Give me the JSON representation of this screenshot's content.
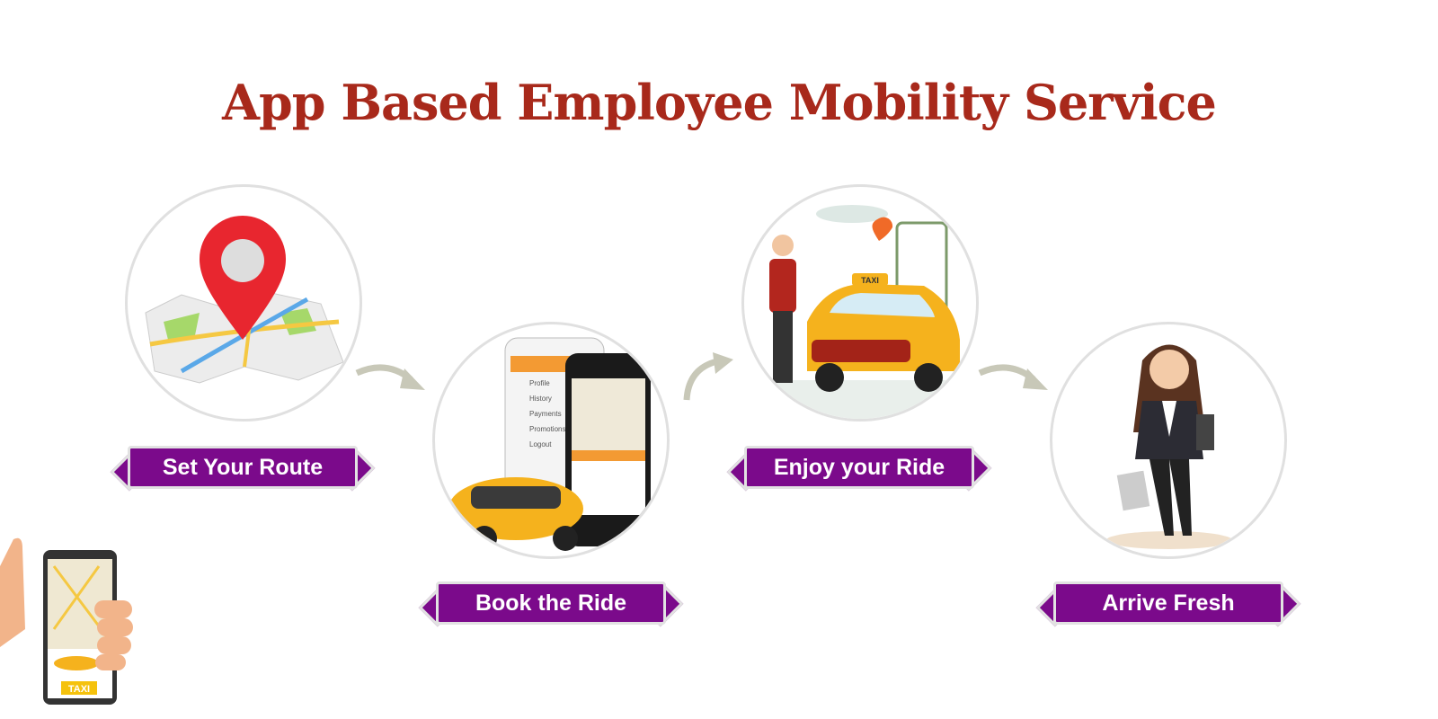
{
  "title": "App Based Employee Mobility Service",
  "colors": {
    "title": "#a8291b",
    "label_bg": "#7b0a8b",
    "arrow": "#c8c8b8",
    "taxi": "#f5b21d"
  },
  "steps": [
    {
      "label": "Set Your Route",
      "icon": "map-pin-icon"
    },
    {
      "label": "Book the Ride",
      "icon": "phone-app-taxi-icon",
      "app_menu": [
        "Profile",
        "History",
        "Payments",
        "Promotions",
        "Logout"
      ]
    },
    {
      "label": "Enjoy your Ride",
      "icon": "taxi-passenger-icon",
      "taxi_sign": "TAXI"
    },
    {
      "label": "Arrive Fresh",
      "icon": "businesswoman-icon"
    }
  ],
  "phone_hand": {
    "sign": "TAXI"
  }
}
